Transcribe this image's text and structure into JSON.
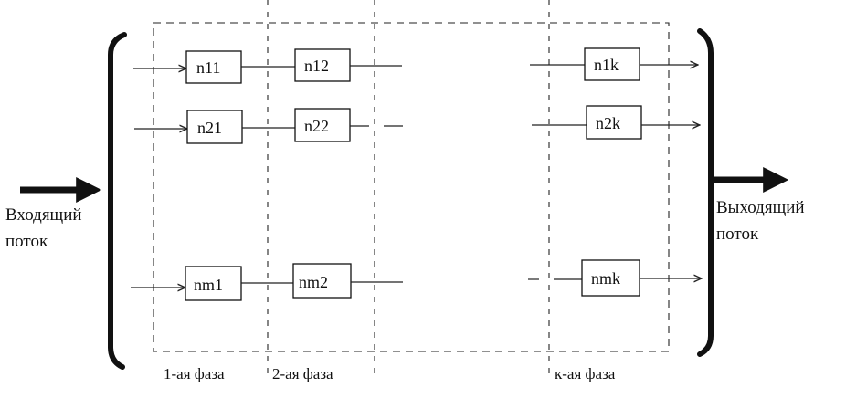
{
  "input": {
    "label_line1": "Входящий",
    "label_line2": "поток"
  },
  "output": {
    "label_line1": "Выходящий",
    "label_line2": "поток"
  },
  "phases": [
    "1-ая фаза",
    "2-ая фаза",
    "к-ая фаза"
  ],
  "nodes": {
    "n11": "n11",
    "n12": "n12",
    "n1k": "n1k",
    "n21": "n21",
    "n22": "n22",
    "n2k": "n2k",
    "nm1": "nm1",
    "nm2": "nm2",
    "nmk": "nmk"
  }
}
